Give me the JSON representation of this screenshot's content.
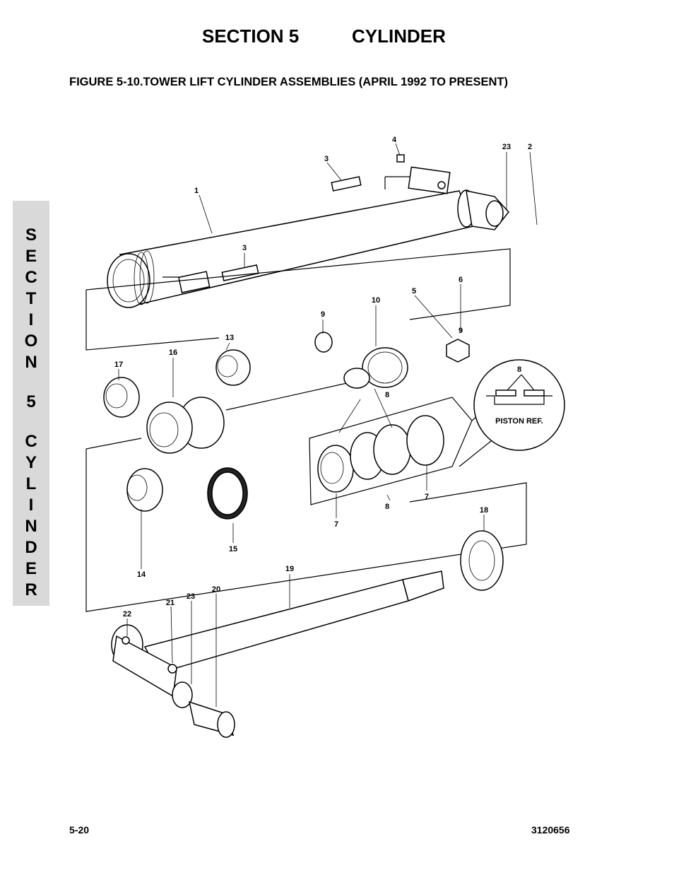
{
  "header": {
    "section": "SECTION 5",
    "title": "CYLINDER"
  },
  "figure": {
    "title": "FIGURE 5-10.TOWER LIFT CYLINDER ASSEMBLIES (APRIL 1992 TO PRESENT)"
  },
  "side_tab": {
    "letters": [
      "S",
      "E",
      "C",
      "T",
      "I",
      "O",
      "N",
      "5",
      "C",
      "Y",
      "L",
      "I",
      "N",
      "D",
      "E",
      "R"
    ]
  },
  "callouts": [
    "4",
    "23",
    "2",
    "3",
    "1",
    "3",
    "6",
    "10",
    "5",
    "9",
    "13",
    "16",
    "17",
    "8",
    "9",
    "7",
    "8",
    "7",
    "15",
    "14",
    "18",
    "19",
    "20",
    "23",
    "21",
    "22"
  ],
  "detail": {
    "label": "PISTON REF.",
    "number": "8"
  },
  "footer": {
    "page": "5-20",
    "doc_number": "3120656"
  }
}
